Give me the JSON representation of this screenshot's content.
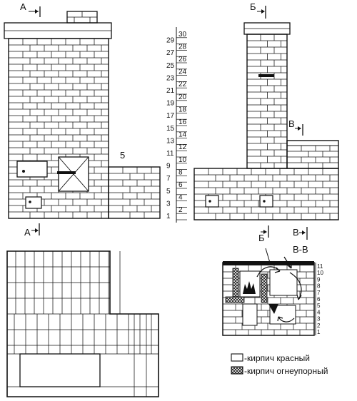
{
  "section_marks": {
    "a_top": "А",
    "a_bottom": "А",
    "b_top": "Б",
    "b_bottom": "Б",
    "v_mid": "В",
    "v_bottom": "В"
  },
  "side_annotation": "5",
  "row_numbers": [
    "1",
    "2",
    "3",
    "4",
    "5",
    "6",
    "7",
    "8",
    "9",
    "10",
    "11",
    "12",
    "13",
    "14",
    "15",
    "16",
    "17",
    "18",
    "19",
    "20",
    "21",
    "22",
    "23",
    "24",
    "25",
    "26",
    "27",
    "28",
    "29",
    "30"
  ],
  "section_title": "В-В",
  "section_row_numbers": [
    "1",
    "2",
    "3",
    "4",
    "5",
    "6",
    "7",
    "8",
    "9",
    "10",
    "11"
  ],
  "legend": {
    "red_brick": "-кирпич красный",
    "fire_brick": "-кирпич огнеупорный"
  }
}
